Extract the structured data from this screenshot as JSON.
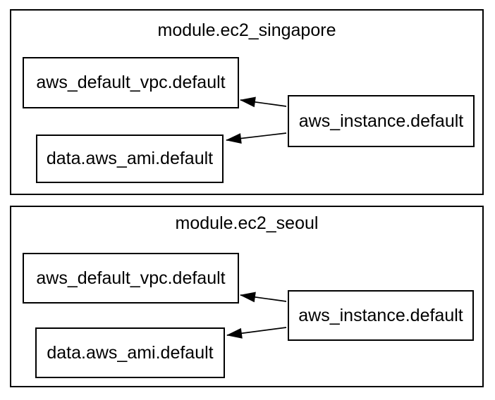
{
  "diagram": {
    "colors": {
      "background": "#ffffff",
      "stroke": "#000000",
      "text": "#000000"
    },
    "clusters": [
      {
        "title": "module.ec2_singapore",
        "nodes": [
          {
            "id": "aws_default_vpc.default",
            "label": "aws_default_vpc.default"
          },
          {
            "id": "data.aws_ami.default",
            "label": "data.aws_ami.default"
          },
          {
            "id": "aws_instance.default",
            "label": "aws_instance.default"
          }
        ],
        "edges": [
          {
            "from": "aws_instance.default",
            "to": "aws_default_vpc.default"
          },
          {
            "from": "aws_instance.default",
            "to": "data.aws_ami.default"
          }
        ]
      },
      {
        "title": "module.ec2_seoul",
        "nodes": [
          {
            "id": "aws_default_vpc.default",
            "label": "aws_default_vpc.default"
          },
          {
            "id": "data.aws_ami.default",
            "label": "data.aws_ami.default"
          },
          {
            "id": "aws_instance.default",
            "label": "aws_instance.default"
          }
        ],
        "edges": [
          {
            "from": "aws_instance.default",
            "to": "aws_default_vpc.default"
          },
          {
            "from": "aws_instance.default",
            "to": "data.aws_ami.default"
          }
        ]
      }
    ]
  }
}
